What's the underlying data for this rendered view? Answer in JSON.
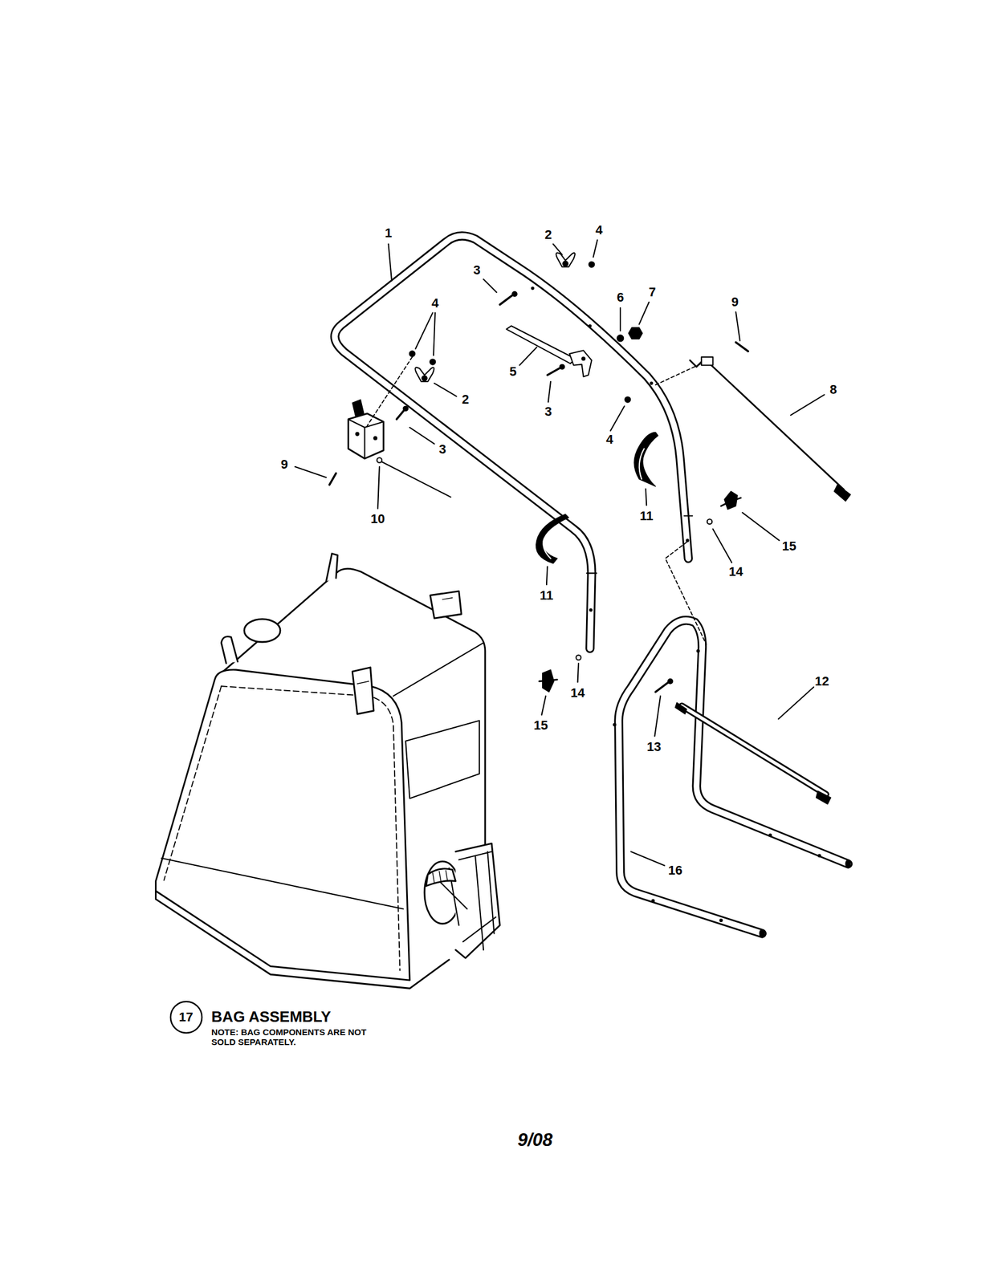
{
  "diagram": {
    "nodes": [
      {
        "text": [
          "17"
        ]
      }
    ],
    "edges": [],
    "labels": [
      "1",
      "2",
      "4",
      "3",
      "6",
      "7",
      "9",
      "4",
      "5",
      "2",
      "8",
      "3",
      "4",
      "3",
      "9",
      "10",
      "11",
      "15",
      "14",
      "11",
      "12",
      "14",
      "15",
      "13",
      "16",
      "BAG ASSEMBLY",
      "NOTE: BAG COMPONENTS ARE NOT SOLD SEPARATELY.",
      "9/08"
    ]
  }
}
